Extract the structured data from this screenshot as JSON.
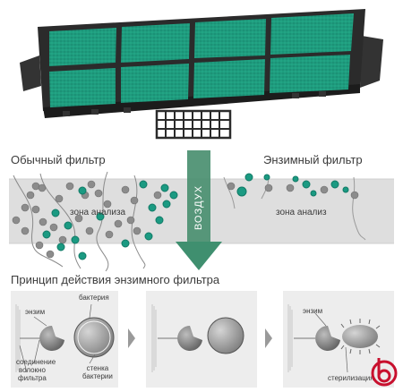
{
  "sections": {
    "ordinary_filter": "Обычный фильтр",
    "enzyme_filter": "Энзимный фильтр",
    "analysis_zone_left": "зона анализа",
    "analysis_zone_right": "зона анализ",
    "airflow": "ВОЗДУХ",
    "principle_title": "Принцип действия энзимного фильтра"
  },
  "step1": {
    "enzyme": "энзим",
    "bacteria": "бактерия",
    "connection": "соединение",
    "fiber_line1": "волокно",
    "fiber_line2": "фильтра",
    "wall_line1": "стенка",
    "wall_line2": "бактерии"
  },
  "step3": {
    "enzyme": "энзим",
    "sterilization": "стерилизация"
  },
  "colors": {
    "filter_green": "#1f9e7f",
    "filter_frame": "#2b2b2b",
    "band": "#dedede",
    "arrow": "#3f8f6f",
    "virus": "#1b9a82",
    "logo": "#c8102e"
  },
  "icons": [
    "filter-cartridge-image",
    "airflow-arrow-icon",
    "virus-icon",
    "chevron-right-icon",
    "logo-icon"
  ]
}
